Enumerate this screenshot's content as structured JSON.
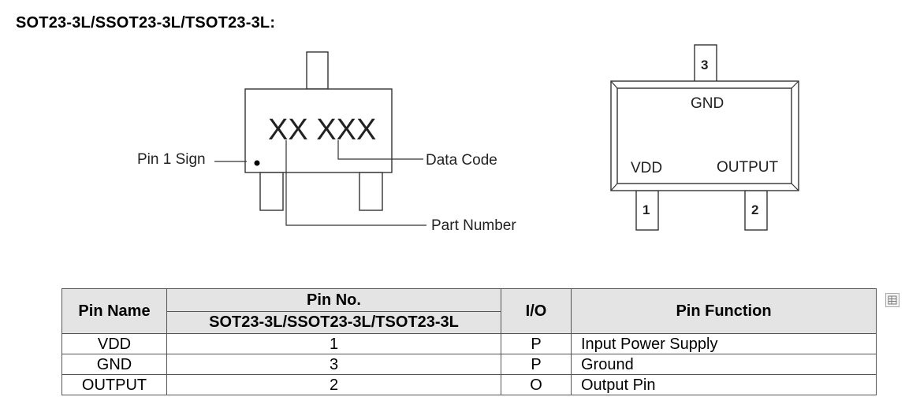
{
  "title": "SOT23-3L/SSOT23-3L/TSOT23-3L:",
  "marking_diagram": {
    "marking_text": "XX XXX",
    "pin1_label": "Pin 1 Sign",
    "data_code_label": "Data Code",
    "part_number_label": "Part Number"
  },
  "pinout_diagram": {
    "pin_top_number": "3",
    "pin_top_name": "GND",
    "pin_left_name": "VDD",
    "pin_right_name": "OUTPUT",
    "pin_left_number": "1",
    "pin_right_number": "2"
  },
  "pin_table": {
    "headers": {
      "pin_name": "Pin Name",
      "pin_no": "Pin No.",
      "pin_no_sub": "SOT23-3L/SSOT23-3L/TSOT23-3L",
      "io": "I/O",
      "pin_function": "Pin Function"
    },
    "rows": [
      {
        "name": "VDD",
        "no": "1",
        "io": "P",
        "function": "Input Power Supply"
      },
      {
        "name": "GND",
        "no": "3",
        "io": "P",
        "function": "Ground"
      },
      {
        "name": "OUTPUT",
        "no": "2",
        "io": "O",
        "function": "Output Pin"
      }
    ]
  },
  "table_icon": "table-select-icon"
}
